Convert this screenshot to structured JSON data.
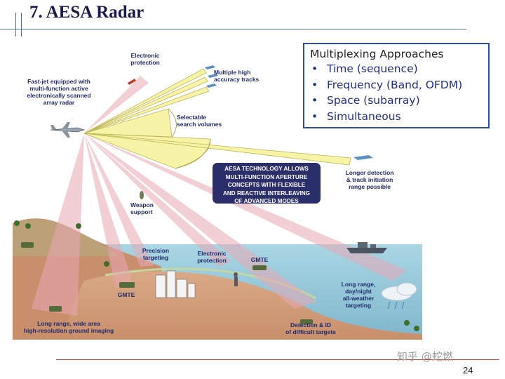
{
  "slide": {
    "title": "7. AESA Radar",
    "page_number": "24",
    "watermark": "知乎 @蛇燃"
  },
  "multiplexing": {
    "heading": "Multiplexing Approaches",
    "items": [
      "Time (sequence)",
      "Frequency  (Band, OFDM)",
      "Space (subarray)",
      "Simultaneous"
    ]
  },
  "diagram": {
    "aesa_box": "AESA TECHNOLOGY ALLOWS\nMULTI-FUNCTION APERTURE\nCONCEPTS WITH FLEXIBLE\nAND REACTIVE INTERLEAVING\nOF ADVANCED MODES",
    "labels": {
      "fast_jet": "Fast-jet equipped with\nmulti-function active\nelectronically scanned\narray radar",
      "electronic_protection_top": "Electronic\nprotection",
      "multiple_tracks": "Multiple high\naccuracy tracks",
      "selectable_search": "Selectable\nsearch volumes",
      "longer_detection": "Longer detection\n& track initiation\nrange possible",
      "weapon_support": "Weapon\nsupport",
      "precision_targeting": "Precision\ntargeting",
      "electronic_protection_ground": "Electronic\nprotection",
      "gmte_right": "GMTE",
      "gmte_left": "GMTE",
      "long_range_weather": "Long range,\nday/night\nall-weather\ntargeting",
      "detection_id": "Detection & ID\nof difficult targets",
      "ground_imaging": "Long range, wide area\nhigh-resolution ground imaging"
    },
    "icons": [
      "fighter-jet-icon",
      "ship-icon",
      "tank-icon",
      "building-icon",
      "cloud-rain-icon",
      "soldier-icon"
    ]
  }
}
